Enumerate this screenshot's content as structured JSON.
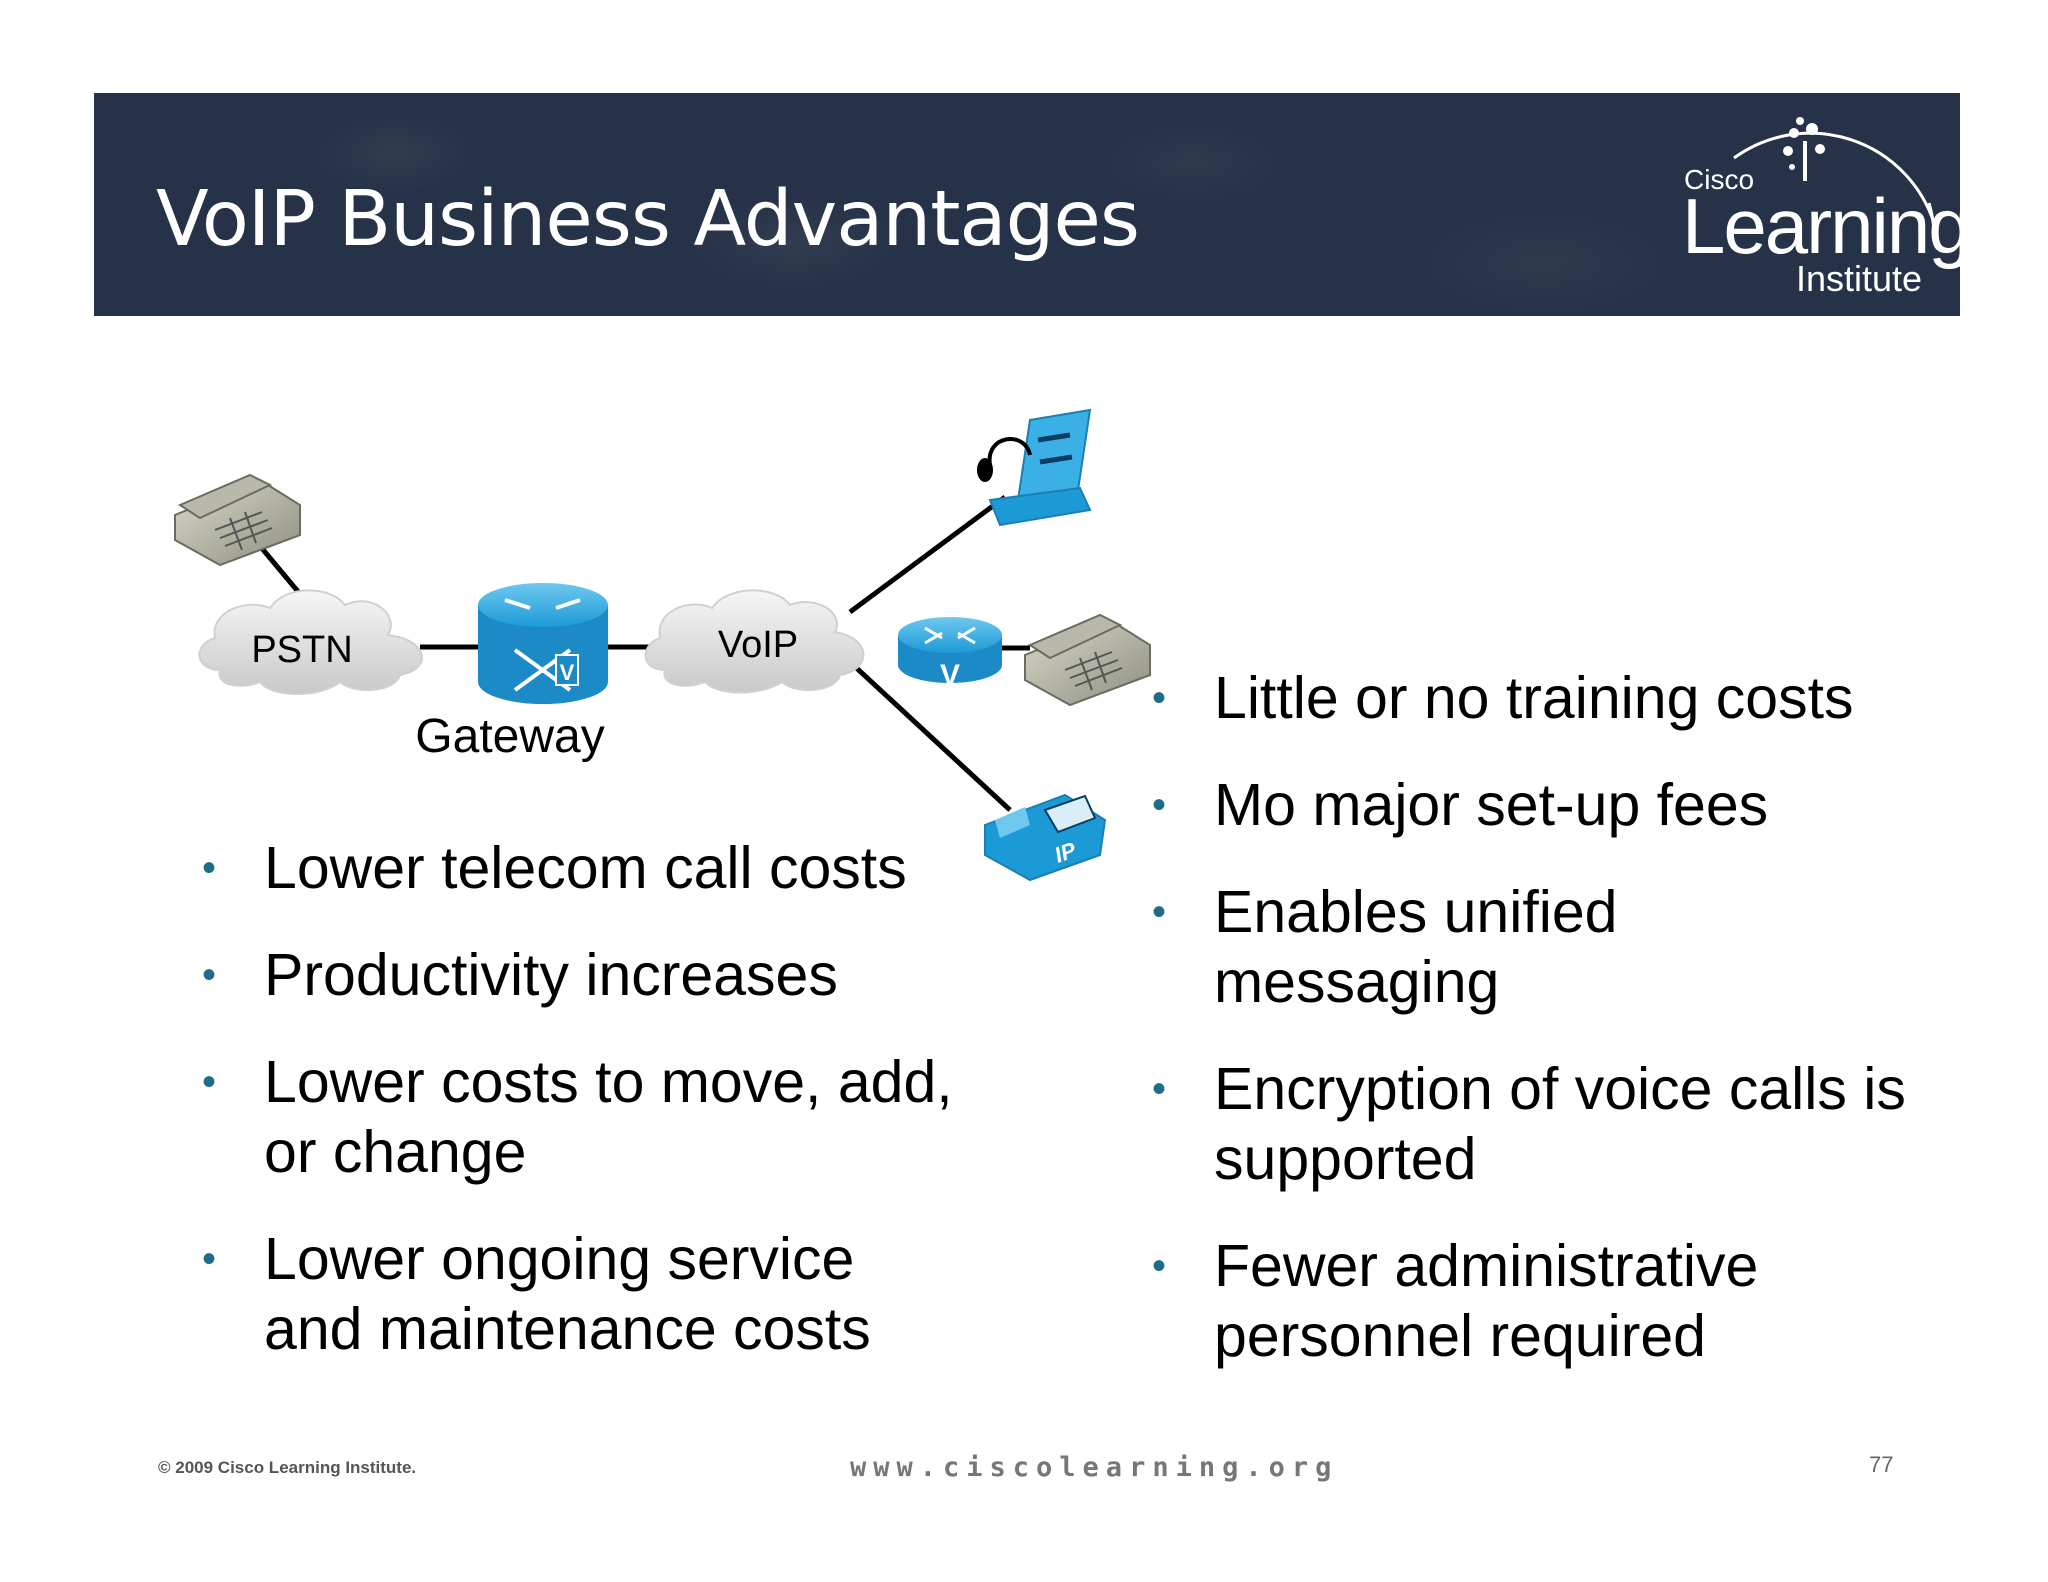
{
  "slide": {
    "title": "VoIP Business Advantages",
    "logo": {
      "top": "Cisco",
      "main": "Learning",
      "sub": "Institute"
    }
  },
  "diagram": {
    "clouds": [
      "PSTN",
      "VoIP"
    ],
    "gateway_label": "Gateway",
    "icons": [
      "analog-phone-icon",
      "gateway-router-icon",
      "voice-router-icon",
      "laptop-softphone-icon",
      "ip-phone-icon"
    ],
    "ip_phone_label": "IP",
    "router_label": "V"
  },
  "left_bullets": [
    "Lower telecom call costs",
    "Productivity increases",
    "Lower costs to move, add, or change",
    "Lower ongoing service and maintenance costs"
  ],
  "right_bullets": [
    "Little or no training costs",
    "Mo major set-up fees",
    "Enables unified messaging",
    "Encryption of voice calls is supported",
    "Fewer administrative personnel required"
  ],
  "footer": {
    "copyright": "© 2009 Cisco Learning Institute.",
    "website": "www.ciscolearning.org",
    "page": "77"
  },
  "colors": {
    "banner": "#263247",
    "bullet": "#1e6b8a",
    "device_blue": "#1c9ad6"
  }
}
